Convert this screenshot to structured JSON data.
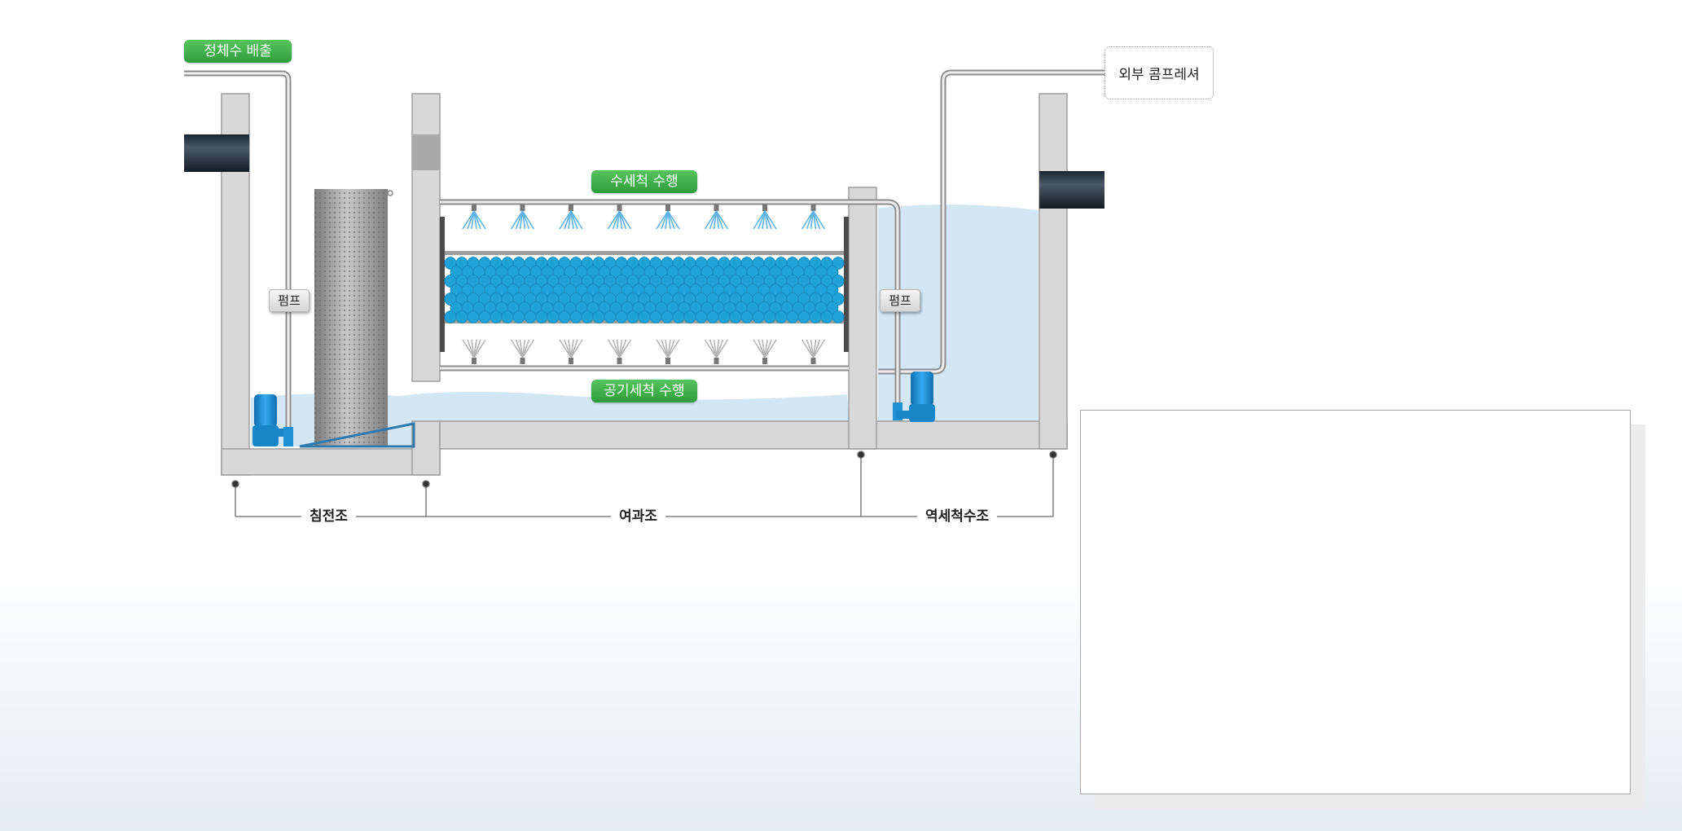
{
  "labels": {
    "drain": "정체수 배출",
    "water_wash": "수세척 수행",
    "air_wash": "공기세척 수행",
    "pump_left": "펌프",
    "pump_right": "펌프",
    "compressor": "외부 콤프레셔"
  },
  "zones": {
    "settling": "침전조",
    "filter": "여과조",
    "backwash": "역세척수조"
  },
  "colors": {
    "tank_wall": "#d7d7d7",
    "water": "#cfe4f2",
    "media_ball": "#1fa2d8",
    "pump": "#1d8fd1",
    "badge_green": "#3aa847"
  }
}
